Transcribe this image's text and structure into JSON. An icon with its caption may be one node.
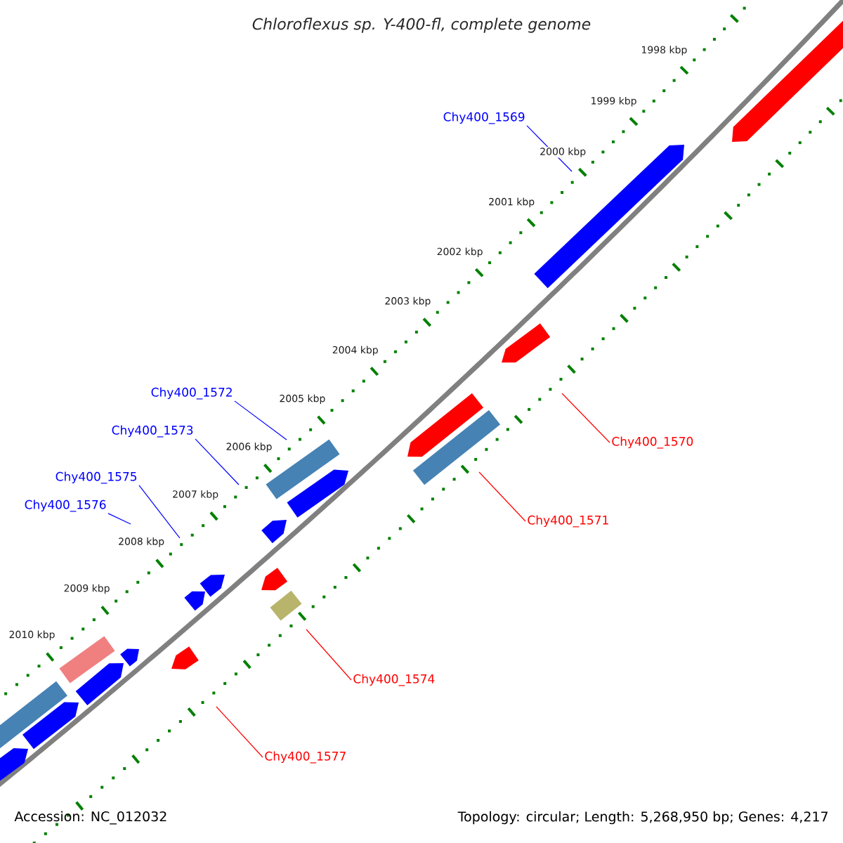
{
  "diagram": {
    "title": "Chloroflexus sp. Y-400-fl, complete genome",
    "nodes": [
      {
        "text": [
          "Chy400_1569"
        ]
      },
      {
        "text": [
          "Chy400_1572"
        ]
      },
      {
        "text": [
          "Chy400_1573"
        ]
      },
      {
        "text": [
          "Chy400_1570"
        ]
      },
      {
        "text": [
          "Chy400_1575"
        ]
      },
      {
        "text": [
          "Chy400_1576"
        ]
      },
      {
        "text": [
          "Chy400_1571"
        ]
      },
      {
        "text": [
          "Chy400_1574"
        ]
      },
      {
        "text": [
          "Chy400_1577"
        ]
      }
    ],
    "edges": [
      {
        "from": 0,
        "to": null,
        "arrow": "none"
      },
      {
        "from": 1,
        "to": null,
        "arrow": "none"
      },
      {
        "from": 2,
        "to": null,
        "arrow": "none"
      },
      {
        "from": 3,
        "to": null,
        "arrow": "none",
        "color": "#ff0000"
      },
      {
        "from": 4,
        "to": null,
        "arrow": "none"
      },
      {
        "from": 5,
        "to": null,
        "arrow": "none"
      },
      {
        "from": 6,
        "to": null,
        "arrow": "none",
        "color": "#ff0000"
      },
      {
        "from": 7,
        "to": null,
        "arrow": "none",
        "color": "#ff0000"
      },
      {
        "from": 8,
        "to": null,
        "arrow": "none",
        "color": "#ff0000"
      }
    ],
    "labels": [
      "1998 kbp",
      "1999 kbp",
      "2000 kbp",
      "2001 kbp",
      "2002 kbp",
      "2003 kbp",
      "2004 kbp",
      "2005 kbp",
      "2006 kbp",
      "2007 kbp",
      "2008 kbp",
      "2009 kbp",
      "2010 kbp",
      "Accession: NC_012032",
      "Topology: circular; Length: 5,268,950 bp; Genes: 4,217"
    ]
  }
}
